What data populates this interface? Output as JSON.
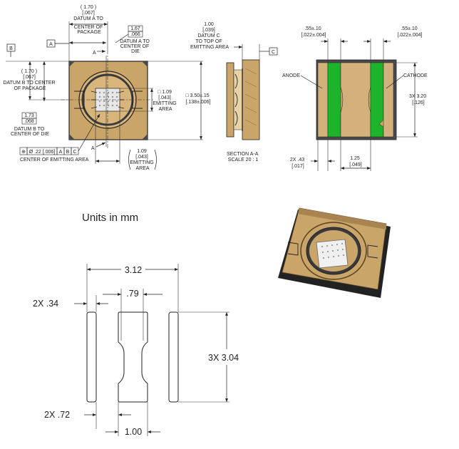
{
  "colors": {
    "package_body": "#c9a56a",
    "package_frame": "#4a4a4a",
    "die": "#e8e8e8",
    "pad_green": "#1db32a",
    "pad_tan": "#d4b07a"
  },
  "top_view": {
    "datum_a_to_pkg": [
      "( 1.70 )",
      "[.067]",
      "DATUM A TO",
      "CENTER OF",
      "PACKAGE"
    ],
    "datum_a_to_die_val": "1.67",
    "datum_a_to_die_inch": ".066",
    "datum_a_to_die_text": [
      "DATUM A TO",
      "CENTER OF",
      "DIE"
    ],
    "datum_a_label": "A",
    "datum_b_label": "B",
    "section_marker": "A",
    "datum_b_to_pkg": [
      "( 1.70 )",
      "[.067]",
      "DATUM B TO CENTER",
      "OF PACKAGE"
    ],
    "datum_b_to_die_val": "1.73",
    "datum_b_to_die_inch": ".068",
    "datum_b_to_die_text": [
      "DATUM B TO",
      "CENTER OF DIE"
    ],
    "emitting_h": [
      "□ 1.09",
      "[.043]",
      "EMITTING",
      "AREA"
    ],
    "package_size": [
      "□ 3.50±.15",
      "[.138±.006]"
    ],
    "tolerance_cells": [
      "⊕",
      "Ø .22 [.006]",
      "A",
      "B",
      "C"
    ],
    "tolerance_caption": "CENTER OF EMITTING AREA",
    "emitting_w": [
      "1.09",
      "[.043]",
      "EMITTING",
      "AREA"
    ]
  },
  "section_view": {
    "datum_c_dim": [
      "1.00",
      "[.039]",
      "DATUM C",
      "TO TOP OF",
      "EMITTING AREA"
    ],
    "datum_c_label": "C",
    "caption": [
      "SECTION A-A",
      "SCALE 20 : 1"
    ]
  },
  "bottom_view": {
    "pad_gap_left": [
      ".55±.10",
      "[.022±.004]"
    ],
    "pad_gap_right": [
      ".55±.10",
      "[.022±.004]"
    ],
    "anode": "ANODE",
    "cathode": "CATHODE",
    "pad_length": [
      "3X  3.20",
      "[.126]"
    ],
    "pad_width": [
      "2X  .43",
      "[.017]"
    ],
    "center_pad": [
      "1.25",
      "[.049]"
    ]
  },
  "footprint": {
    "units_title": "Units in mm",
    "overall_width": "3.12",
    "side_pad_width": "2X .34",
    "center_neck": ".79",
    "pad_length": "3X 3.04",
    "gap": "2X .72",
    "center_width": "1.00"
  }
}
